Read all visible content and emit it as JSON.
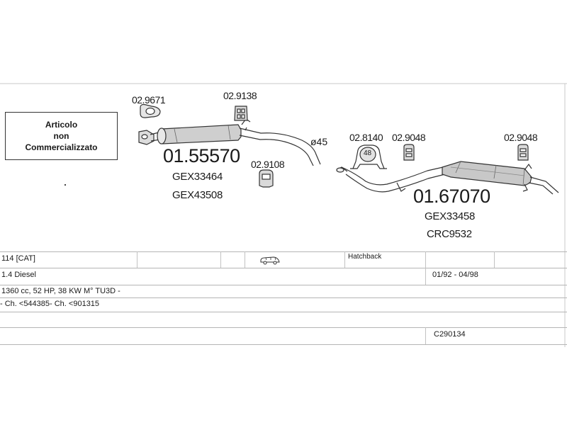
{
  "note": {
    "lines": [
      "Articolo",
      "non",
      "Commercializzato"
    ]
  },
  "parts": {
    "p1": "02.9671",
    "p2": "02.9138",
    "p3": "02.9108",
    "p4": "02.8140",
    "p5": "02.9048",
    "p6": "02.9048",
    "ring_size": "48",
    "pipe_dia": "ø45"
  },
  "assemblies": {
    "front": {
      "code": "01.55570",
      "refs": [
        "GEX33464",
        "GEX43508"
      ]
    },
    "rear": {
      "code": "01.67070",
      "refs": [
        "GEX33458",
        "CRC9532"
      ]
    }
  },
  "info": {
    "model": "114  [CAT]",
    "body": "Hatchback",
    "engine": "1.4 Diesel",
    "period": "01/92 - 04/98",
    "specs": "1360 cc, 52 HP, 38 KW  M° TU3D -",
    "chassis": "- Ch. <544385- Ch. <901315",
    "catalog": "C290134"
  },
  "icons": {
    "car": "car-icon"
  }
}
